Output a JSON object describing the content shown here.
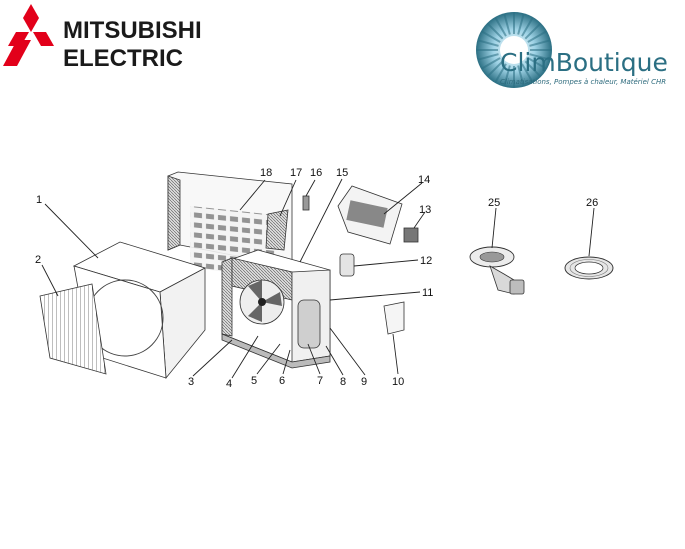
{
  "header": {
    "mitsubishi": {
      "line1": "MITSUBISHI",
      "line2": "ELECTRIC",
      "logo_color": "#e2001a"
    },
    "climboutique": {
      "name": "ClimBoutique",
      "tagline": "Climatisations, Pompes à chaleur, Matériel CHR",
      "accent": "#2b6f83"
    }
  },
  "diagram": {
    "part_labels": [
      "1",
      "2",
      "3",
      "4",
      "5",
      "6",
      "7",
      "8",
      "9",
      "10",
      "11",
      "12",
      "13",
      "14",
      "15",
      "16",
      "17",
      "18",
      "25",
      "26"
    ]
  }
}
